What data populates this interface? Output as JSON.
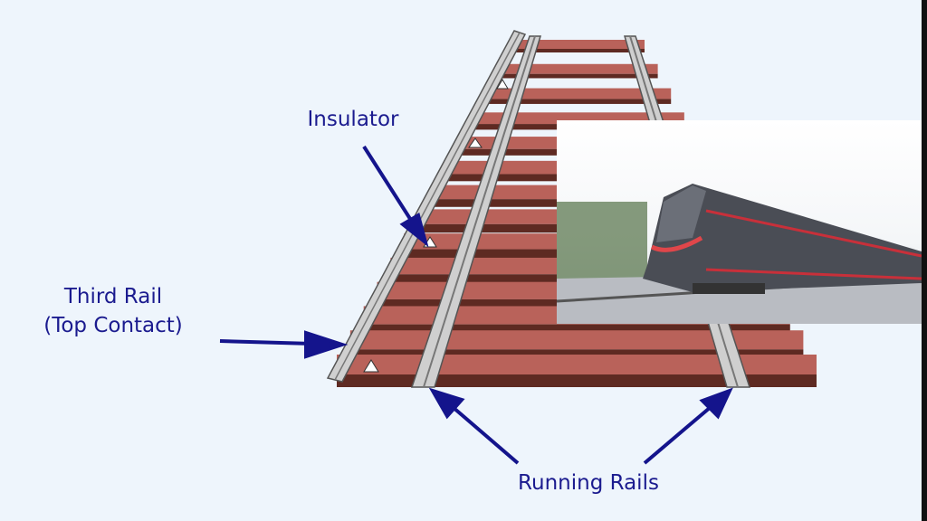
{
  "labels": {
    "insulator": "Insulator",
    "third_rail_line1": "Third Rail",
    "third_rail_line2": "(Top Contact)",
    "running_rails": "Running Rails"
  },
  "colors": {
    "text": "#1b1b8f",
    "tie": "#b9625a",
    "tie_dark": "#5e2a22",
    "rail": "#c8c8c8",
    "background": "#eef5fc"
  }
}
